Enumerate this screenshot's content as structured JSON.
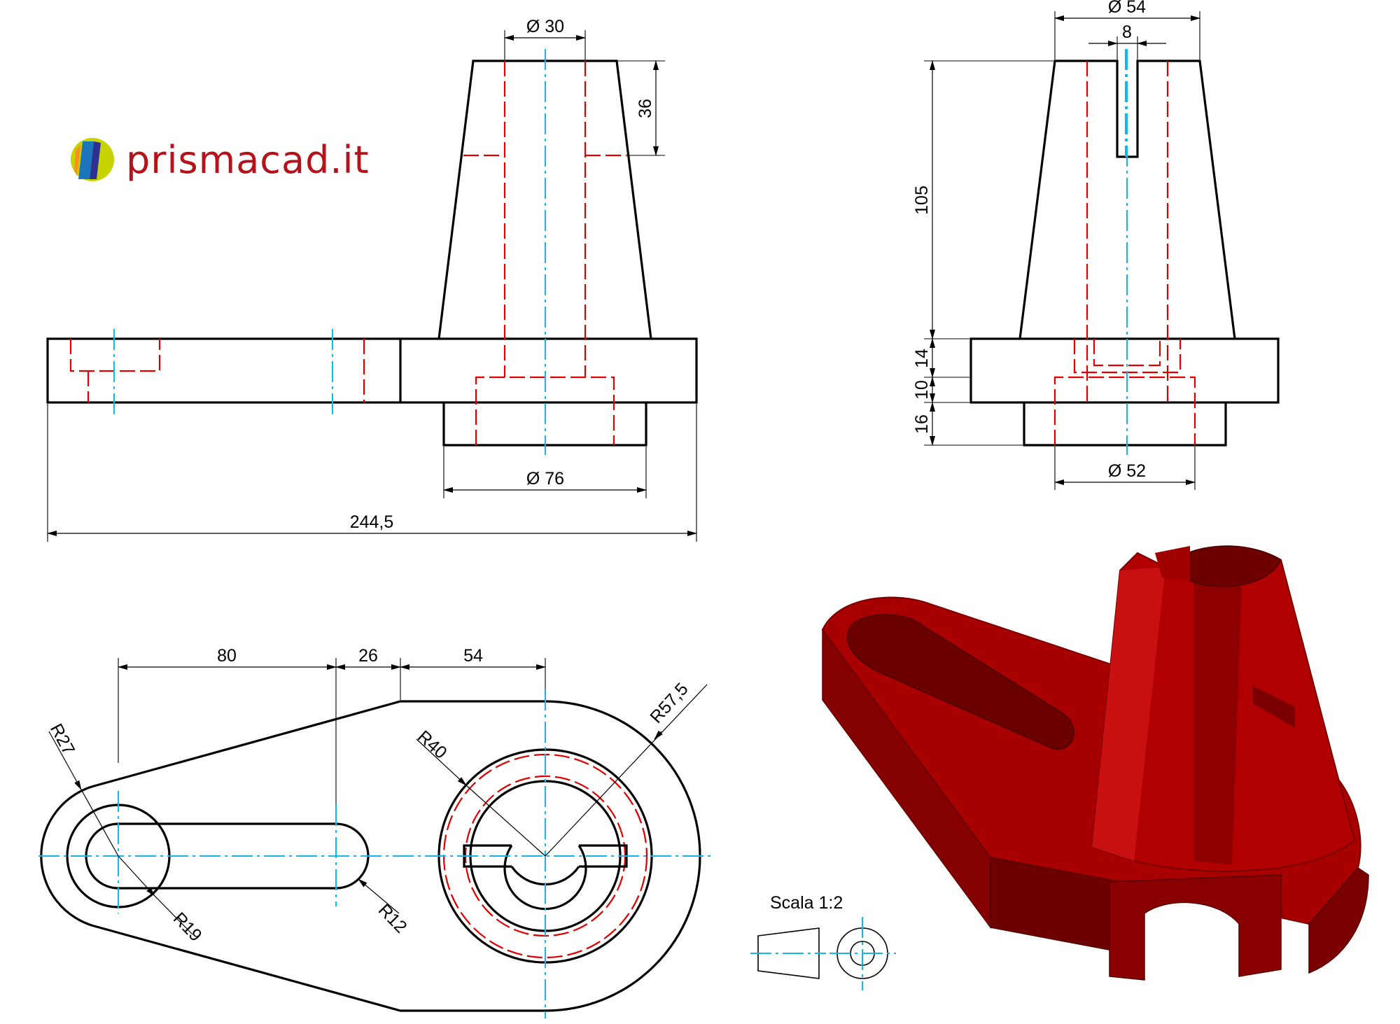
{
  "brand": {
    "name": "prismacad.it",
    "color": "#b5121b"
  },
  "colors": {
    "outline": "#000000",
    "hidden": "#e00000",
    "center": "#11b8e8",
    "solid": "#a80000"
  },
  "front_view": {
    "dims": {
      "top_diameter": "Ø 30",
      "cone_height": "36",
      "base_diameter": "Ø 76",
      "overall_length": "244,5"
    }
  },
  "side_view": {
    "dims": {
      "top_diameter": "Ø 54",
      "slot_width": "8",
      "cone_height": "105",
      "plate_top": "14",
      "plate_bottom": "10",
      "hub_height": "16",
      "hub_diameter": "Ø 52"
    }
  },
  "top_view": {
    "dims": {
      "d80": "80",
      "d26": "26",
      "d54": "54",
      "r57": "R57,5",
      "r27": "R27",
      "r40": "R40",
      "r19": "R19",
      "r12": "R12"
    }
  },
  "scale": {
    "label": "Scala 1:2"
  },
  "iso_view": {
    "color": "#a80000",
    "shade": "#7a0000"
  }
}
